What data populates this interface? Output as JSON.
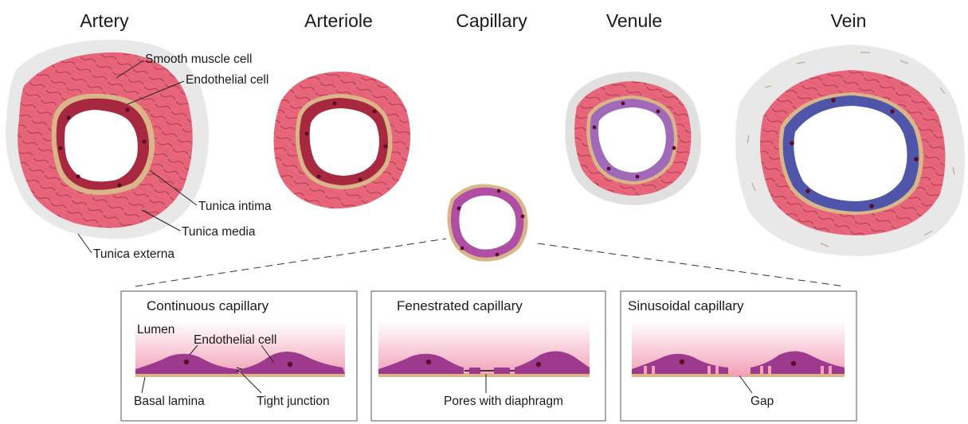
{
  "colors": {
    "muscle": "#e8657a",
    "muscle_line": "#a53a4e",
    "externa": "#e6e6e6",
    "basal": "#d9b689",
    "endothelium_artery": "#a8283f",
    "endothelium_vein": "#4f55a8",
    "endothelium_cap": "#b04ea6",
    "cell": "#9e3a8e",
    "nucleus": "#5a0d28"
  },
  "vessels": [
    {
      "key": "artery",
      "title": "Artery"
    },
    {
      "key": "arteriole",
      "title": "Arteriole"
    },
    {
      "key": "capillary",
      "title": "Capillary"
    },
    {
      "key": "venule",
      "title": "Venule"
    },
    {
      "key": "vein",
      "title": "Vein"
    }
  ],
  "artery_labels": {
    "smooth_muscle": "Smooth muscle cell",
    "endothelial": "Endothelial cell",
    "intima": "Tunica intima",
    "media": "Tunica media",
    "externa": "Tunica externa"
  },
  "panels": [
    {
      "title": "Continuous capillary",
      "labels": {
        "lumen": "Lumen",
        "endothelial": "Endothelial cell",
        "basal": "Basal lamina",
        "junction": "Tight junction"
      }
    },
    {
      "title": "Fenestrated capillary",
      "labels": {
        "pores": "Pores with diaphragm"
      }
    },
    {
      "title": "Sinusoidal capillary",
      "labels": {
        "gap": "Gap"
      }
    }
  ]
}
